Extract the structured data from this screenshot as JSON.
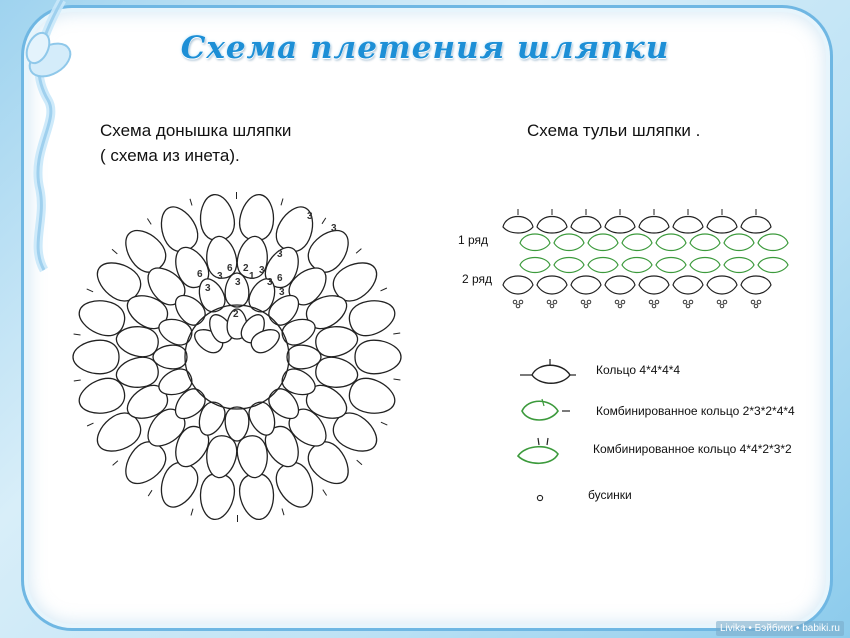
{
  "title": "Схема плетения шляпки",
  "left_caption": {
    "line1": "Схема донышка шляпки",
    "line2": "( схема из инета)."
  },
  "right_caption": "Схема тульи шляпки .",
  "rows": {
    "row1": "1 ряд",
    "row2": "2 ряд"
  },
  "legend": [
    {
      "label": "Кольцо 4*4*4*4",
      "symbol": "ring",
      "color": "#222222"
    },
    {
      "label": "Комбинированное кольцо 2*3*2*4*4",
      "symbol": "combined-ring-1",
      "color": "#3c9a3c"
    },
    {
      "label": "Комбинированное кольцо 4*4*2*3*2",
      "symbol": "combined-ring-2",
      "color": "#3c9a3c"
    },
    {
      "label": "бусинки",
      "symbol": "bead",
      "color": "#222222"
    }
  ],
  "center_labels": [
    "6",
    "3",
    "3",
    "6",
    "3",
    "2",
    "1",
    "3",
    "3",
    "6",
    "3",
    "2"
  ],
  "edge_labels": [
    "3",
    "3",
    "3"
  ],
  "footer": "Livika • Бэйбики • babiki.ru",
  "colors": {
    "accent": "#1d8fd6",
    "line": "#222222",
    "green": "#3c9a3c"
  }
}
